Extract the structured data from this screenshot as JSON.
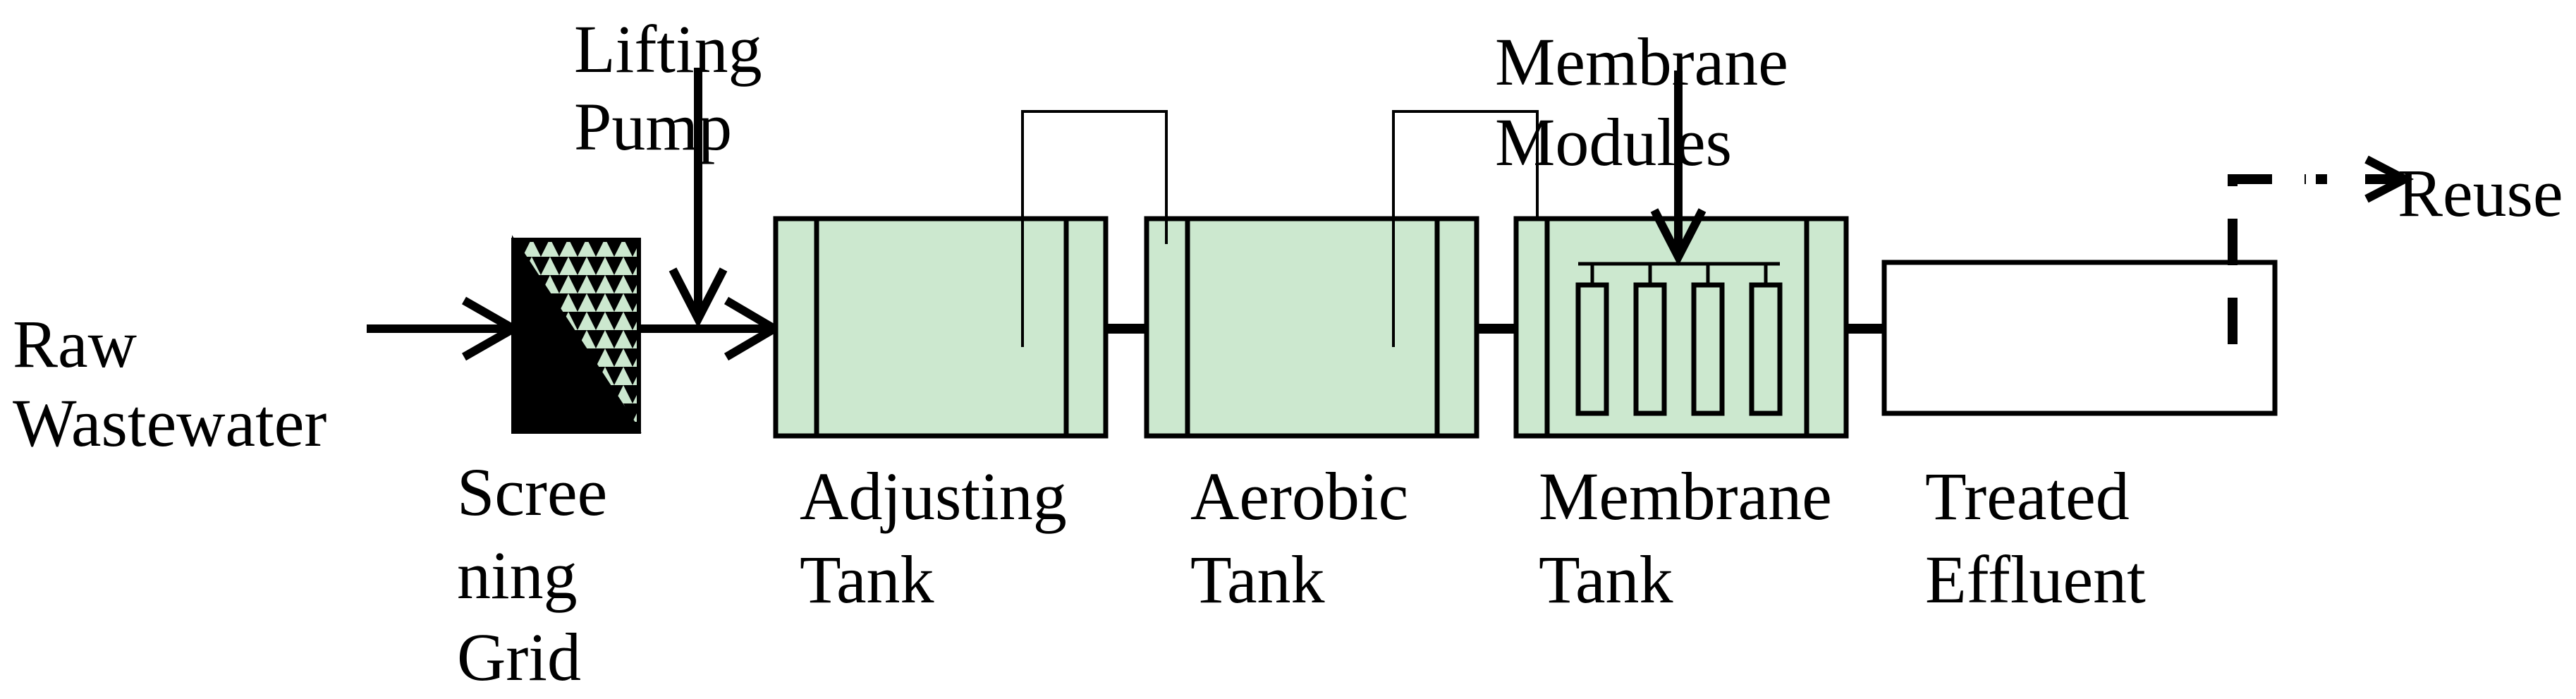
{
  "colors": {
    "tank_fill": "#cce8cf",
    "stroke": "#000000",
    "background": "#ffffff"
  },
  "labels": {
    "raw": [
      "Raw",
      "Wastewater"
    ],
    "lifting_pump": [
      "Lifting",
      "Pump"
    ],
    "screening_grid": [
      "Scree",
      "ning",
      "Grid"
    ],
    "membrane_modules": [
      "Membrane",
      "Modules"
    ],
    "adjusting_tank": [
      "Adjusting",
      "Tank"
    ],
    "aerobic_tank": [
      "Aerobic",
      "Tank"
    ],
    "membrane_tank": [
      "Membrane",
      "Tank"
    ],
    "treated_effluent": [
      "Treated",
      "Effluent"
    ],
    "reuse": "Reuse"
  }
}
